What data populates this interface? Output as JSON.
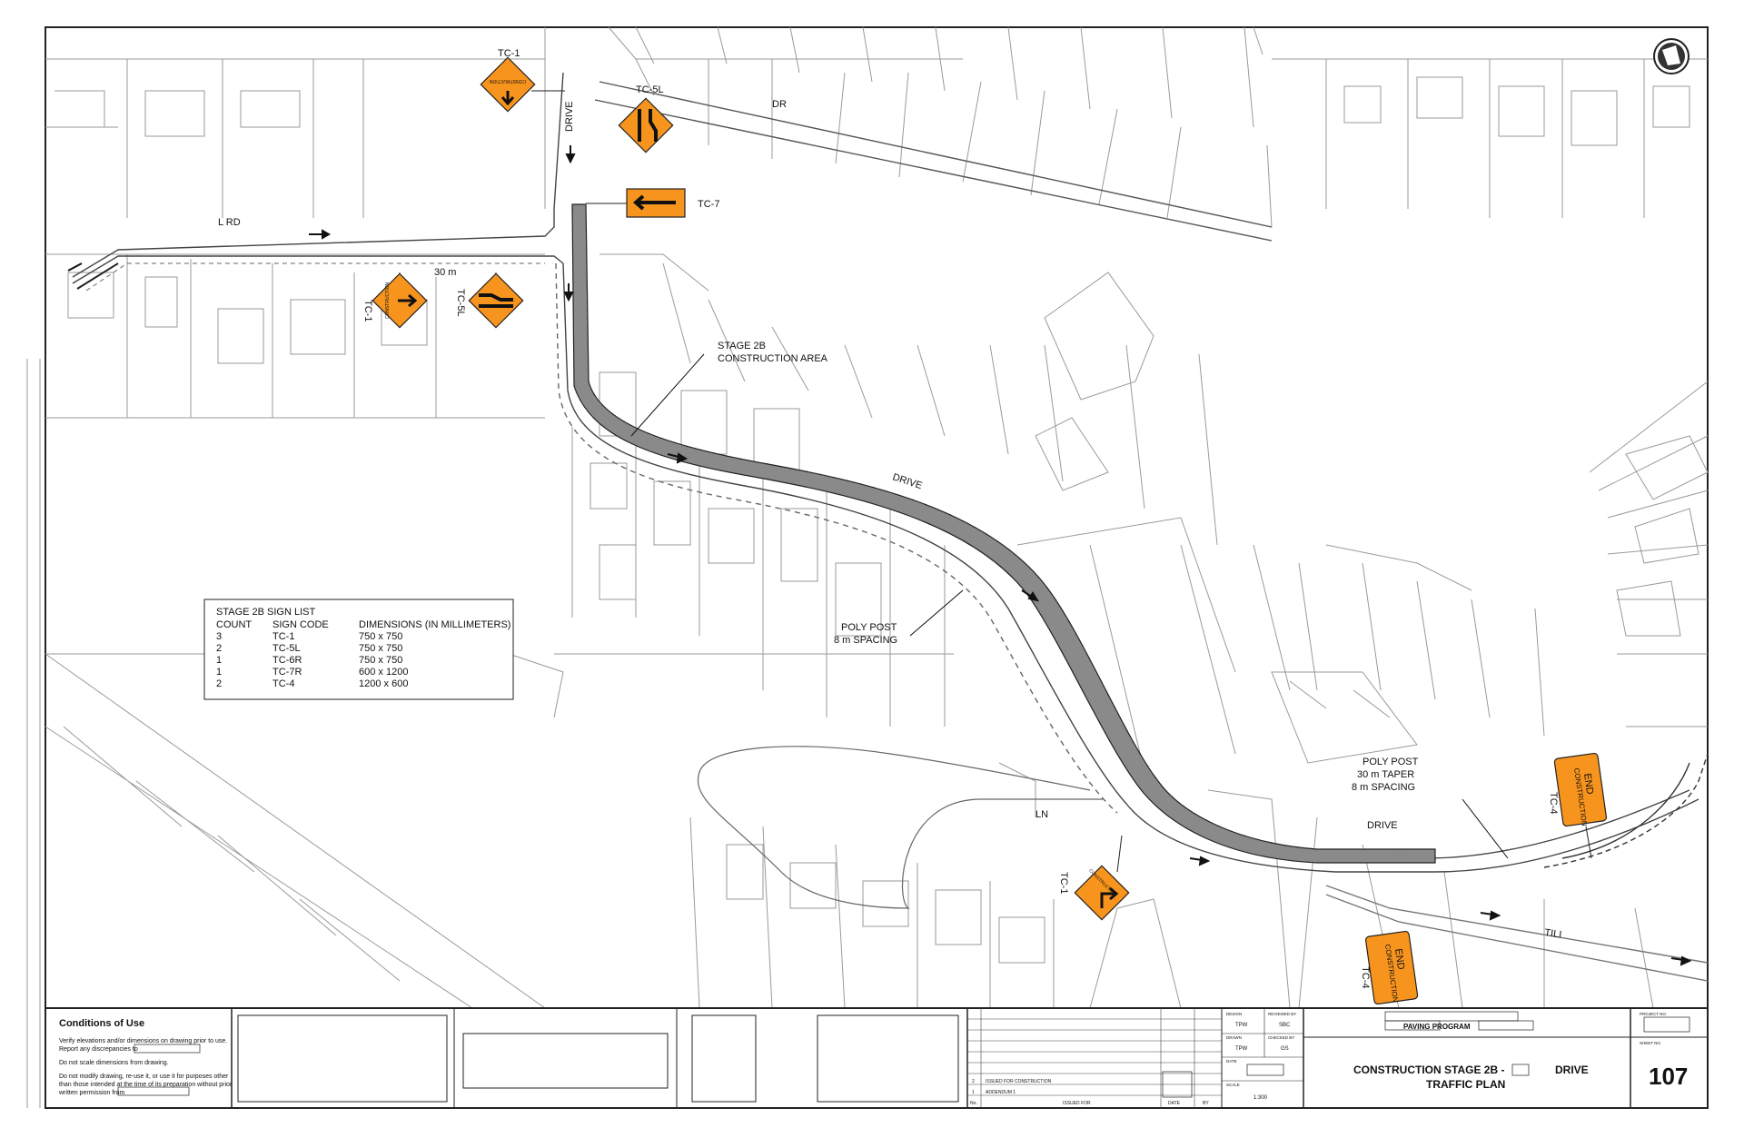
{
  "roads": {
    "top_left": "L RD",
    "top_right": "DR",
    "top_drive": "DRIVE",
    "main_drive": "DRIVE",
    "lower_drive": "DRIVE",
    "lane": "LN",
    "lower_right": "TILI"
  },
  "dimensions": {
    "taper_length": "30 m"
  },
  "annotations": {
    "construction_area": [
      "STAGE 2B",
      "CONSTRUCTION AREA"
    ],
    "poly_post_mid": [
      "POLY POST",
      "8 m SPACING"
    ],
    "poly_post_right": [
      "POLY POST",
      "30 m TAPER",
      "8 m SPACING"
    ]
  },
  "signs": [
    {
      "code": "TC-1",
      "type": "construction-ahead",
      "text": "CONSTRUCTION"
    },
    {
      "code": "TC-5L",
      "type": "lane-shift-left"
    },
    {
      "code": "TC-7",
      "type": "chevron-left"
    },
    {
      "code": "TC-1",
      "type": "construction-ahead",
      "text": "CONSTRUCTION"
    },
    {
      "code": "TC-5L",
      "type": "lane-shift-left"
    },
    {
      "code": "TC-1",
      "type": "construction-ahead",
      "text": "CONSTRUCTION"
    },
    {
      "code": "TC-4",
      "type": "end-construction",
      "text": [
        "END",
        "CONSTRUCTION"
      ]
    },
    {
      "code": "TC-4",
      "type": "end-construction",
      "text": [
        "END",
        "CONSTRUCTION"
      ]
    }
  ],
  "sign_list": {
    "title": "STAGE 2B SIGN LIST",
    "headers": [
      "COUNT",
      "SIGN CODE",
      "DIMENSIONS (IN MILLIMETERS)"
    ],
    "rows": [
      [
        "3",
        "TC-1",
        "750 x 750"
      ],
      [
        "2",
        "TC-5L",
        "750 x 750"
      ],
      [
        "1",
        "TC-6R",
        "750 x 750"
      ],
      [
        "1",
        "TC-7R",
        "600 x 1200"
      ],
      [
        "2",
        "TC-4",
        "1200 x 600"
      ]
    ]
  },
  "conditions": {
    "title": "Conditions of Use",
    "lines": [
      "Verify elevations and/or dimensions on drawing prior to use.",
      "Report any discrepancies to",
      "Do not scale dimensions from drawing.",
      "Do not modify drawing, re-use it, or use it for purposes other",
      "than those intended at the time of its preparation without prior",
      "written permission from"
    ]
  },
  "revisions": {
    "rows": [
      {
        "no": "2",
        "desc": "ISSUED FOR CONSTRUCTION"
      },
      {
        "no": "1",
        "desc": "ADDENDUM 1"
      }
    ],
    "header": {
      "no": "No.",
      "desc": "ISSUED FOR",
      "date": "DATE",
      "by": "BY"
    }
  },
  "approvals": {
    "design_label": "DESIGN",
    "design": "TPW",
    "reviewed_label": "REVIEWED BY",
    "reviewed": "SBC",
    "drawn_label": "DRAWN",
    "drawn": "TPW",
    "checked_label": "CHECKED BY",
    "checked": "GS",
    "date_label": "DATE",
    "scale_label": "SCALE",
    "scale": "1:300"
  },
  "project": {
    "program": "PAVING PROGRAM",
    "title_line1": "CONSTRUCTION STAGE 2B -",
    "title_line1b": "DRIVE",
    "title_line2": "TRAFFIC PLAN",
    "project_no_label": "PROJECT NO.",
    "sheet_no_label": "SHEET NO.",
    "sheet_no": "107"
  },
  "colors": {
    "sign_orange": "#f7941d",
    "construction_area": "#8a8a8a",
    "line": "#4a4a4a",
    "parcel": "#9a9a9a"
  }
}
